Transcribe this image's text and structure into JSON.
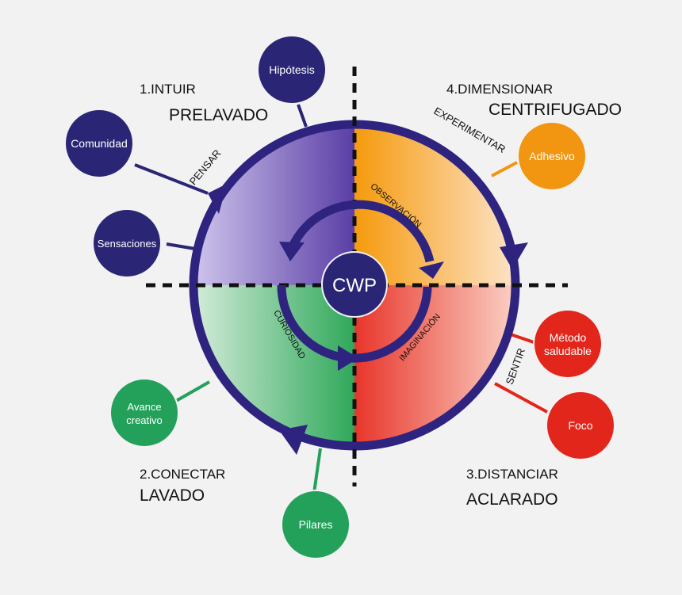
{
  "center": {
    "label": "CWP"
  },
  "quadrants": [
    {
      "step": "1.INTUIR",
      "stage": "PRELAVADO",
      "color": "#6a4fb0"
    },
    {
      "step": "4.DIMENSIONAR",
      "stage": "CENTRIFUGADO",
      "color": "#f59a0c"
    },
    {
      "step": "3.DISTANCIAR",
      "stage": "ACLARADO",
      "color": "#e8432c"
    },
    {
      "step": "2.CONECTAR",
      "stage": "LAVADO",
      "color": "#2fa85a"
    }
  ],
  "verbs": {
    "pensar": "PENSAR",
    "experimentar": "EXPERIMENTAR",
    "sentir": "SENTIR"
  },
  "inner": {
    "observacion": "OBSERVACIÓN",
    "imaginacion": "IMAGINACIÓN",
    "curiosidad": "CURIOSIDAD"
  },
  "nodes": {
    "hipotesis": [
      "Hipótesis"
    ],
    "comunidad": [
      "Comunidad"
    ],
    "sensaciones": [
      "Sensaciones"
    ],
    "adhesivo": [
      "Adhesivo"
    ],
    "metodo": [
      "Método",
      "saludable"
    ],
    "foco": [
      "Foco"
    ],
    "avance": [
      "Avance",
      "creativo"
    ],
    "pilares": [
      "Pilares"
    ]
  },
  "colors": {
    "ring": "#2e2480",
    "navy": "#2a2675",
    "orange": "#f29510",
    "red": "#e3261c",
    "green": "#23a15a"
  }
}
